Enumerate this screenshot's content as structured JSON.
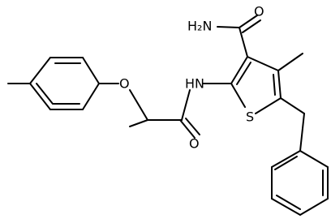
{
  "molecule": {
    "atoms": {
      "nh2": "H₂N",
      "carbonyl_o_amide": "O",
      "nh": "HN",
      "ring_s": "S",
      "ether_o": "O",
      "carbonyl_o_propanamide": "O"
    }
  },
  "colors": {
    "bond": "#000000",
    "label": "#000000",
    "background": "#ffffff"
  }
}
